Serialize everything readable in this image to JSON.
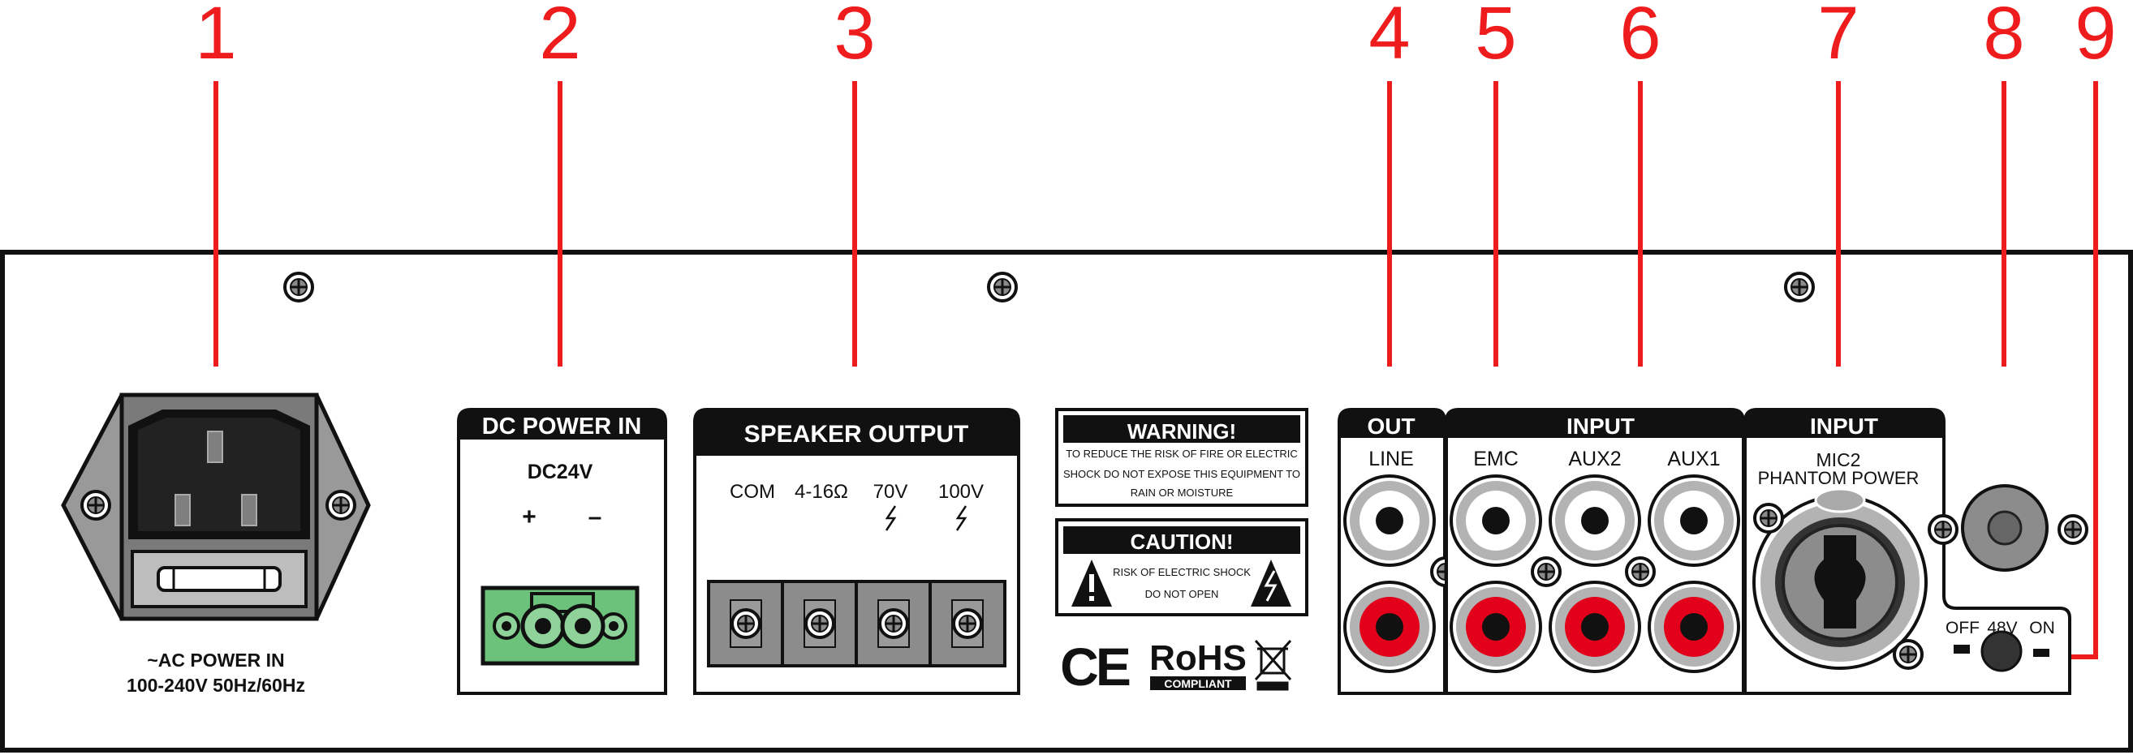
{
  "callouts": [
    "1",
    "2",
    "3",
    "4",
    "5",
    "6",
    "7",
    "8",
    "9"
  ],
  "ac_power": {
    "line1": "~AC POWER IN",
    "line2": "100-240V 50Hz/60Hz"
  },
  "dc_power": {
    "header": "DC POWER IN",
    "voltage": "DC24V",
    "plus": "+",
    "minus": "–"
  },
  "speaker_output": {
    "header": "SPEAKER OUTPUT",
    "terminals": [
      "COM",
      "4-16Ω",
      "70V",
      "100V"
    ]
  },
  "warning": {
    "header": "WARNING!",
    "lines": [
      "TO REDUCE THE RISK OF FIRE OR ELECTRIC",
      "SHOCK DO NOT EXPOSE THIS EQUIPMENT TO",
      "RAIN OR MOISTURE"
    ]
  },
  "caution": {
    "header": "CAUTION!",
    "line1": "RISK OF ELECTRIC SHOCK",
    "line2": "DO NOT OPEN"
  },
  "certs": {
    "ce": "CE",
    "rohs": "RoHS",
    "compliant": "COMPLIANT"
  },
  "out_section": {
    "header": "OUT",
    "label": "LINE"
  },
  "input_section": {
    "header": "INPUT",
    "labels": [
      "EMC",
      "AUX2",
      "AUX1"
    ]
  },
  "mic_section": {
    "header": "INPUT",
    "label1": "MIC2",
    "label2": "PHANTOM POWER"
  },
  "phantom_switch": {
    "off": "OFF",
    "v48": "48V",
    "on": "ON"
  },
  "colors": {
    "callout": "#ee1c1c",
    "rca_red": "#e3001b",
    "terminal_green": "#6cc27a",
    "panel_gray": "#8c8c8c"
  }
}
